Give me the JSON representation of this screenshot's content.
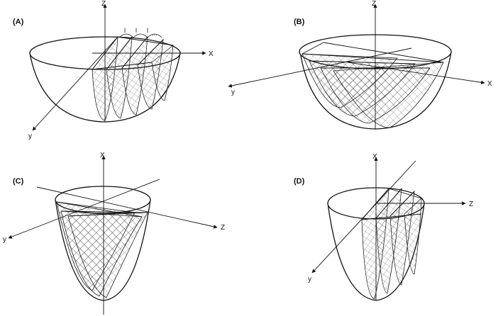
{
  "panels": [
    {
      "letter": "(A)",
      "axes": {
        "up": "Z",
        "right": "X",
        "diag": "y"
      },
      "spacing": [
        "l",
        "l",
        "l",
        "..."
      ]
    },
    {
      "letter": "(B)",
      "axes": {
        "up": "Z",
        "right": "X",
        "diag": "y"
      }
    },
    {
      "letter": "(C)",
      "axes": {
        "up": "X",
        "right": "Z",
        "diag": "y"
      }
    },
    {
      "letter": "(D)",
      "axes": {
        "up": "X",
        "right": "Z",
        "diag": "y"
      }
    }
  ],
  "colors": {
    "stroke": "#111111",
    "hatch": "#555555",
    "background": "#ffffff"
  }
}
